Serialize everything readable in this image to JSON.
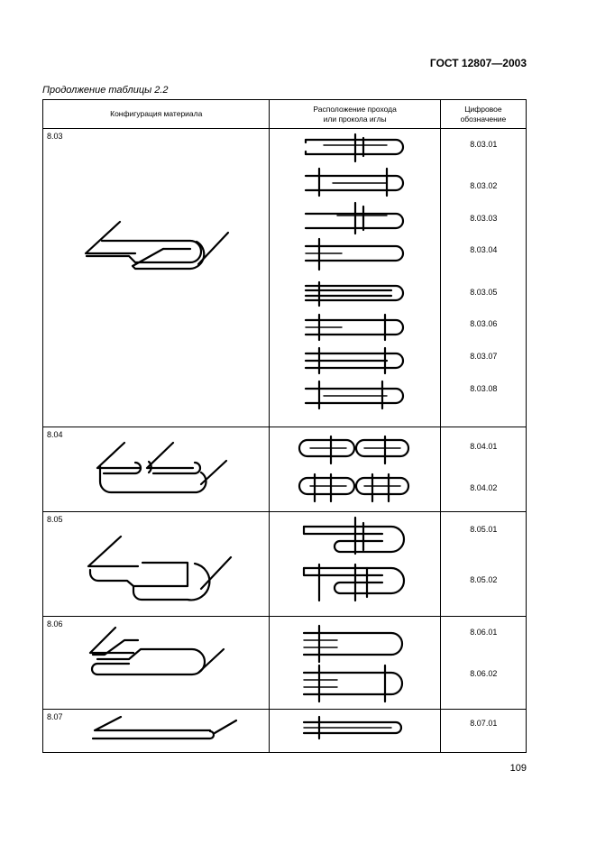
{
  "header": {
    "standard": "ГОСТ 12807—2003"
  },
  "caption": "Продолжение таблицы 2.2",
  "table": {
    "headers": {
      "config": "Конфигурация материала",
      "location_line1": "Расположение прохода",
      "location_line2": "или прокола иглы",
      "code_line1": "Цифровое",
      "code_line2": "обозначение"
    },
    "rows": [
      {
        "id": "8.03",
        "codes": [
          "8.03.01",
          "8.03.02",
          "8.03.03",
          "8.03.04",
          "8.03.05",
          "8.03.06",
          "8.03.07",
          "8.03.08"
        ]
      },
      {
        "id": "8.04",
        "codes": [
          "8.04.01",
          "8.04.02"
        ]
      },
      {
        "id": "8.05",
        "codes": [
          "8.05.01",
          "8.05.02"
        ]
      },
      {
        "id": "8.06",
        "codes": [
          "8.06.01",
          "8.06.02"
        ]
      },
      {
        "id": "8.07",
        "codes": [
          "8.07.01"
        ]
      }
    ]
  },
  "page_number": "109"
}
